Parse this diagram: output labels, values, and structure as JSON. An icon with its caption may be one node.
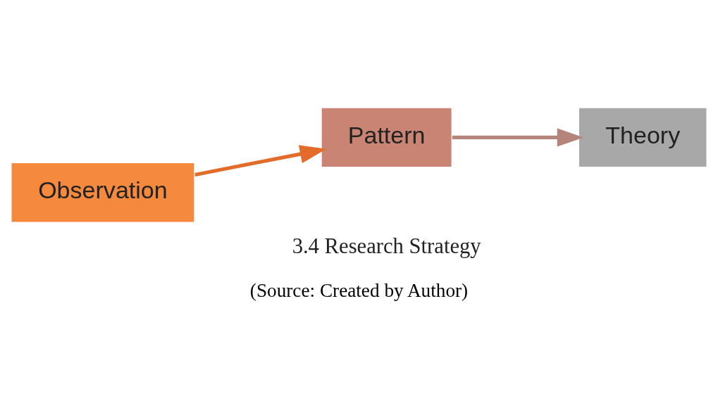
{
  "diagram": {
    "caption": "(Source: Created by Author)",
    "nodes": [
      {
        "text": [
          "Observation"
        ]
      },
      {
        "text": [
          "Pattern"
        ]
      },
      {
        "text": [
          "Theory"
        ]
      }
    ],
    "edges": [
      {
        "from": 0,
        "to": 1,
        "arrow": "to",
        "color": "#e46c2a"
      },
      {
        "from": 1,
        "to": 2,
        "arrow": "to",
        "color": "#b5857c"
      }
    ],
    "labels": [
      "3.4 Research Strategy"
    ]
  }
}
